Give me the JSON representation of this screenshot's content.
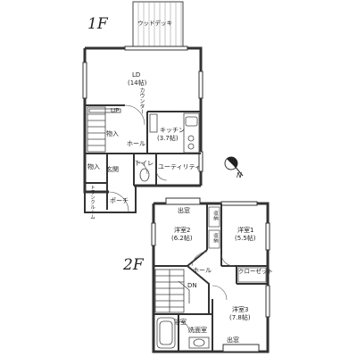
{
  "floors": {
    "f1": {
      "title": "1F",
      "rooms": {
        "deck": "ウッドデッキ",
        "ld": "LD",
        "ld_size": "(14帖)",
        "counter": "カウンター",
        "up": "UP",
        "storage": "物入",
        "hall": "ホール",
        "kitchen": "キッチン",
        "kitchen_size": "(3.7帖)",
        "storage2": "物入",
        "entrance": "玄関",
        "toilet": "トイレ",
        "utility": "ユーティリティ",
        "trunk_room": "トランクルーム",
        "porch": "ポーチ"
      }
    },
    "f2": {
      "title": "2F",
      "rooms": {
        "bay_window_top": "出窓",
        "closet_a": "収納",
        "closet_b": "収納",
        "western2": "洋室2",
        "western2_size": "(6.2帖)",
        "western1": "洋室1",
        "western1_size": "(5.5帖)",
        "hall": "ホール",
        "closet": "クローゼット",
        "dn": "DN",
        "western3": "洋室3",
        "western3_size": "(7.8帖)",
        "bath": "浴室",
        "washroom": "洗面室",
        "bay_window_bottom": "出窓"
      }
    }
  },
  "compass": {
    "label": "N",
    "icon": "north-arrow-icon"
  }
}
